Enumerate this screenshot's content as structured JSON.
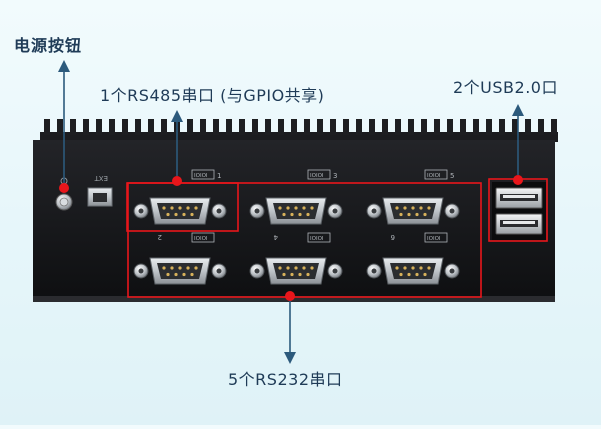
{
  "labels": {
    "power_button": "电源按钮",
    "rs485_port": "1个RS485串口 (与GPIO共享)",
    "usb_ports": "2个USB2.0口",
    "rs232_ports": "5个RS232串口"
  },
  "panel": {
    "ext_label": "EXT",
    "port_numbers": [
      "1",
      "3",
      "5",
      "2",
      "4",
      "6"
    ],
    "port_badge": "IOIOI"
  },
  "colors": {
    "annotation_arrow": "#2c5a7c",
    "highlight_box": "#e8161b",
    "chassis": "#151619",
    "label_text": "#1f3b57"
  },
  "icons": {
    "power_button": "power-button-icon",
    "ext_port": "ethernet-port-icon",
    "serial_port": "db9-serial-port-icon",
    "usb_port": "usb-port-icon"
  }
}
